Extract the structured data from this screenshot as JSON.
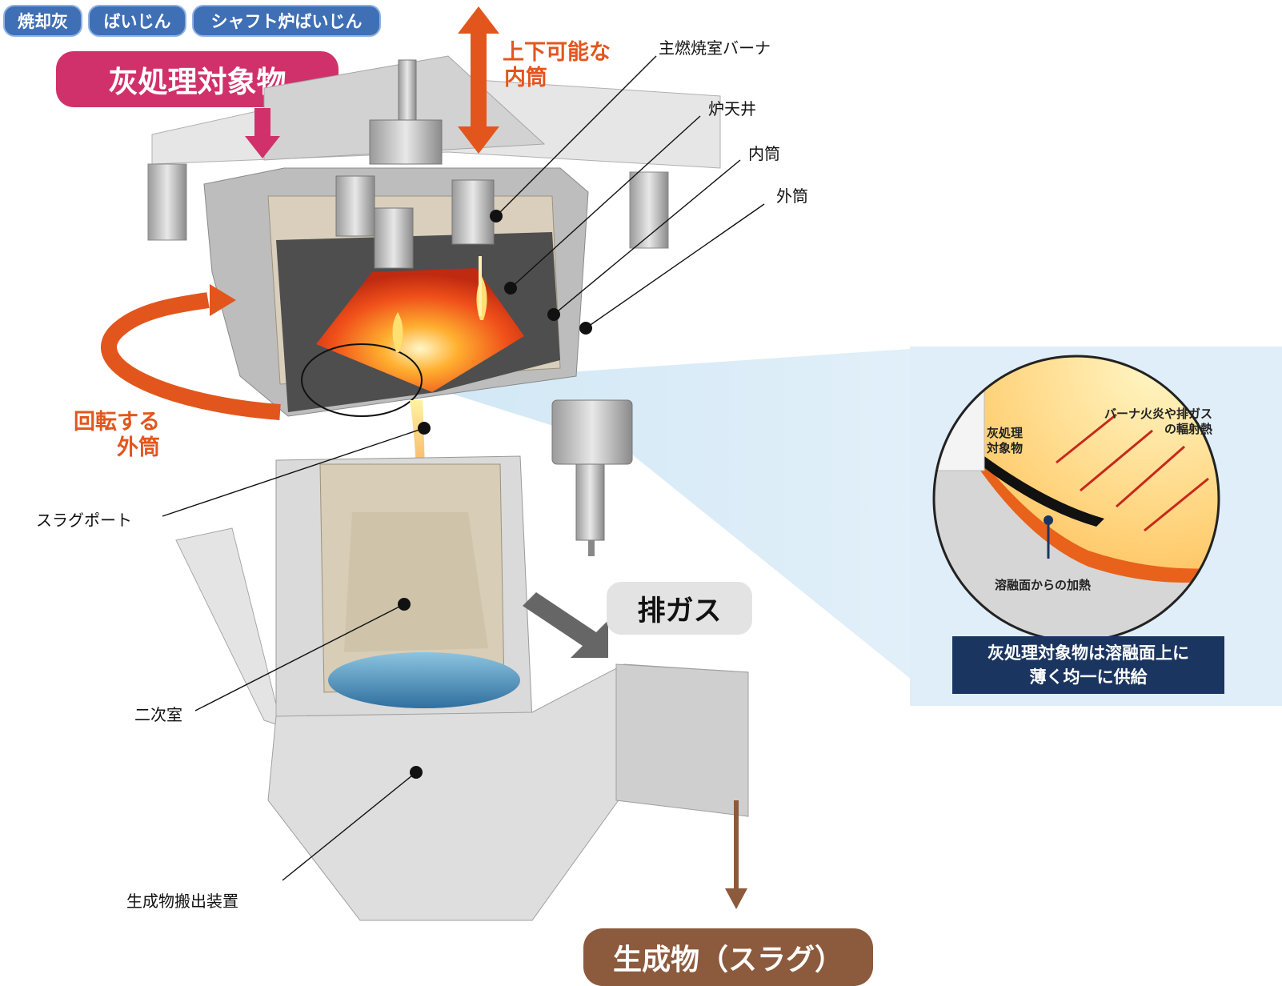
{
  "input_tags": [
    "焼却灰",
    "ばいじん",
    "シャフト炉ばいじん"
  ],
  "input_title": "灰処理対象物",
  "inner_cylinder_motion": [
    "上下可能な",
    "内筒"
  ],
  "rotation": [
    "回転する",
    "外筒"
  ],
  "labels": {
    "main_burner": "主燃焼室バーナ",
    "ceiling": "炉天井",
    "inner_cylinder": "内筒",
    "outer_cylinder": "外筒",
    "slag_port": "スラグポート",
    "secondary_chamber": "二次室",
    "discharge_device": "生成物搬出装置"
  },
  "exhaust_gas": "排ガス",
  "product": "生成物（スラグ）",
  "inset": {
    "material": [
      "灰処理",
      "対象物"
    ],
    "radiant_heat": [
      "バーナ火炎や排ガス",
      "の輻射熱"
    ],
    "melt_heating": "溶融面からの加熱",
    "caption": [
      "灰処理対象物は溶融面上に",
      "薄く均一に供給"
    ]
  },
  "colors": {
    "tag_blue": "#3f6fb5",
    "title_pink": "#d0316a",
    "accent_orange": "#e2561d",
    "product_brown": "#8c5a3c",
    "caption_navy": "#1b3561"
  }
}
